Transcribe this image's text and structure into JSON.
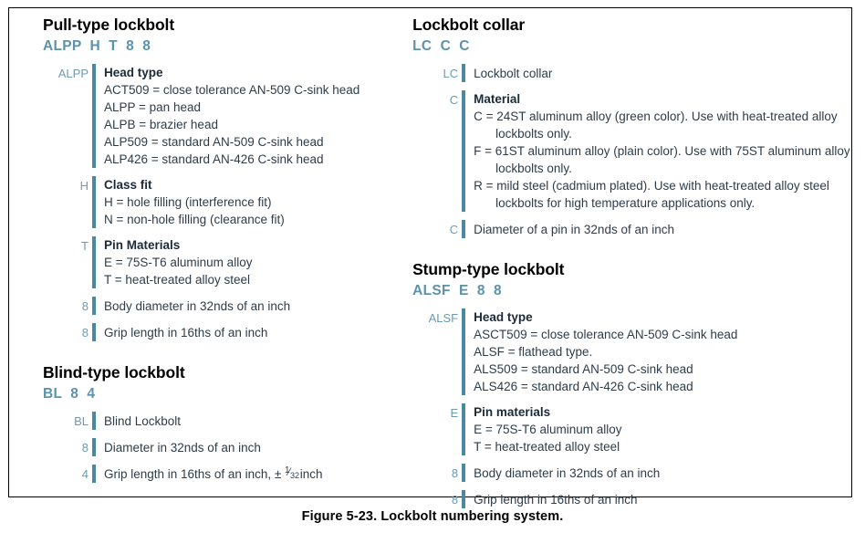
{
  "figure": {
    "caption": "Figure 5-23. Lockbolt numbering system.",
    "accent_color": "#4a8a9e",
    "code_color": "#5b93ad",
    "key_color": "#6a9cb4",
    "body_color": "#2e3c4a",
    "border_color": "#000000"
  },
  "left_column": {
    "sections": [
      {
        "title": "Pull-type lockbolt",
        "code_string": "ALPP  H  T  8  8",
        "rows": [
          {
            "key": "ALPP",
            "head": "Head type",
            "lines": [
              "ACT509 = close tolerance AN-509 C-sink head",
              "ALPP = pan head",
              "ALPB = brazier head",
              "ALP509 = standard AN-509 C-sink head",
              "ALP426 = standard AN-426 C-sink head"
            ]
          },
          {
            "key": "H",
            "head": "Class fit",
            "lines": [
              "H = hole filling (interference fit)",
              "N = non-hole filling (clearance fit)"
            ]
          },
          {
            "key": "T",
            "head": "Pin Materials",
            "lines": [
              "E = 75S-T6 aluminum alloy",
              "T = heat-treated alloy steel"
            ]
          },
          {
            "key": "8",
            "single": "Body diameter in 32nds of an inch"
          },
          {
            "key": "8",
            "single": "Grip length in 16ths of an inch"
          }
        ]
      },
      {
        "title": "Blind-type lockbolt",
        "code_string": "BL  8  4",
        "rows": [
          {
            "key": "BL",
            "single": "Blind Lockbolt"
          },
          {
            "key": "8",
            "single": "Diameter in 32nds of an inch"
          },
          {
            "key": "4",
            "single_pre": "Grip length in 16ths of an inch, ± ",
            "fraction": {
              "numerator": "1",
              "denominator": "32"
            },
            "single_post": " inch"
          }
        ]
      }
    ]
  },
  "right_column": {
    "sections": [
      {
        "title": "Lockbolt collar",
        "code_string": "LC  C  C",
        "rows": [
          {
            "key": "LC",
            "single": "Lockbolt collar"
          },
          {
            "key": "C",
            "head": "Material",
            "wrapped_lines": [
              "C = 24ST aluminum alloy (green color). Use with heat-treated alloy lockbolts only.",
              "F = 61ST aluminum alloy (plain color). Use with 75ST aluminum alloy lockbolts only.",
              "R = mild steel (cadmium plated). Use with heat-treated alloy steel lockbolts for high temperature applications only."
            ]
          },
          {
            "key": "C",
            "single": "Diameter of a pin in 32nds of an inch"
          }
        ]
      },
      {
        "title": "Stump-type lockbolt",
        "code_string": "ALSF  E  8  8",
        "rows": [
          {
            "key": "ALSF",
            "head": "Head type",
            "lines": [
              "ASCT509 = close tolerance AN-509 C-sink head",
              "ALSF = flathead type.",
              "ALS509 = standard AN-509 C-sink head",
              "ALS426 = standard AN-426 C-sink head"
            ]
          },
          {
            "key": "E",
            "head": "Pin materials",
            "lines": [
              "E = 75S-T6 aluminum alloy",
              "T = heat-treated alloy steel"
            ]
          },
          {
            "key": "8",
            "single": "Body diameter in 32nds of an inch"
          },
          {
            "key": "8",
            "single": "Grip length in 16ths of an inch"
          }
        ]
      }
    ]
  }
}
